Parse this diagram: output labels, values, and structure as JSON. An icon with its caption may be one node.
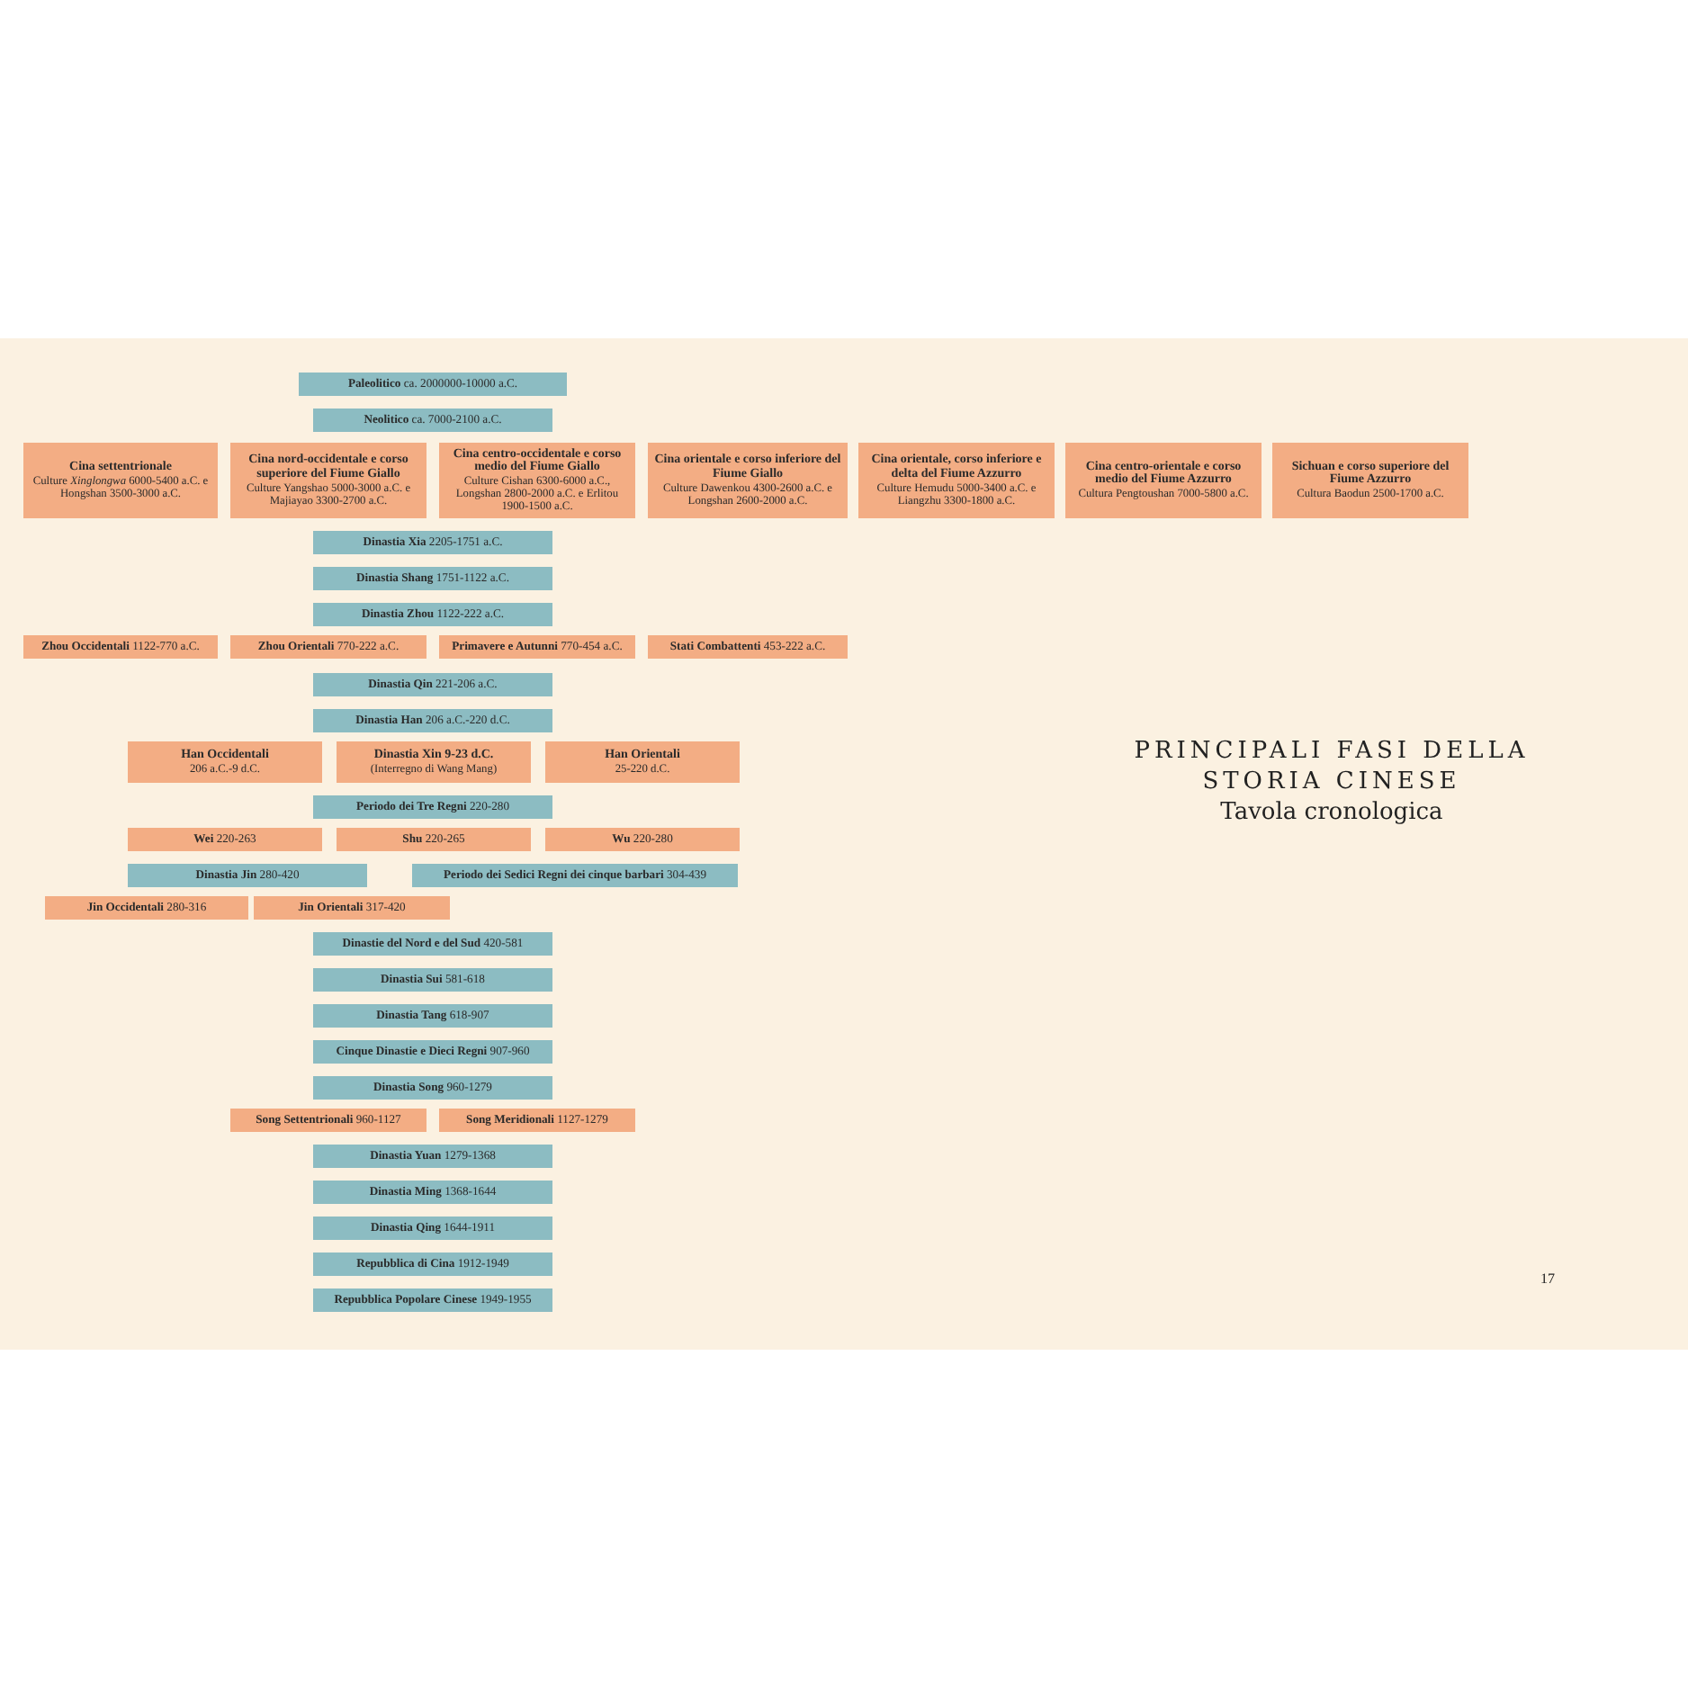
{
  "diagram": {
    "title": "PRINCIPALI FASI DELLA STORIA CINESE",
    "nodes": [
      {
        "text": [
          "**Paleolitico** ca. 2000000-10000 a.C."
        ]
      },
      {
        "text": [
          "**Neolitico** ca. 7000-2100 a.C."
        ]
      },
      {
        "text": [
          "Cina settentrionale",
          "Culture *Xinglongwa* 6000-5400 a.C. e Hongshan 3500-3000 a.C."
        ]
      },
      {
        "text": [
          "Cina nord-occidentale e corso superiore del Fiume Giallo",
          "Culture Yangshao 5000-3000 a.C. e Majiayao 3300-2700 a.C."
        ]
      },
      {
        "text": [
          "Cina centro-occidentale e corso medio del Fiume Giallo",
          "Culture Cishan 6300-6000 a.C., Longshan 2800-2000 a.C. e Erlitou 1900-1500 a.C."
        ]
      },
      {
        "text": [
          "Cina orientale e corso inferiore del Fiume Giallo",
          "Culture Dawenkou 4300-2600 a.C. e Longshan 2600-2000 a.C."
        ]
      },
      {
        "text": [
          "Cina orientale, corso inferiore e delta del Fiume Azzurro",
          "Culture Hemudu 5000-3400 a.C. e Liangzhu 3300-1800 a.C."
        ]
      },
      {
        "text": [
          "Cina centro-orientale e corso medio del Fiume Azzurro",
          "Cultura Pengtoushan 7000-5800 a.C."
        ]
      },
      {
        "text": [
          "Sichuan e corso superiore del Fiume Azzurro",
          "Cultura Baodun 2500-1700 a.C."
        ]
      },
      {
        "text": [
          "**Dinastia Xia** 2205-1751 a.C."
        ]
      },
      {
        "text": [
          "**Dinastia Shang** 1751-1122 a.C."
        ]
      },
      {
        "text": [
          "**Dinastia Zhou** 1122-222 a.C."
        ]
      },
      {
        "text": [
          "**Zhou Occidentali** 1122-770 a.C."
        ]
      },
      {
        "text": [
          "**Zhou Orientali** 770-222 a.C."
        ]
      },
      {
        "text": [
          "**Primavere e Autunni** 770-454 a.C."
        ]
      },
      {
        "text": [
          "**Stati Combattenti** 453-222 a.C."
        ]
      },
      {
        "text": [
          "**Dinastia Qin** 221-206 a.C."
        ]
      },
      {
        "text": [
          "**Dinastia Han** 206 a.C.-220 d.C."
        ]
      },
      {
        "text": [
          "Han Occidentali",
          "206 a.C.-9 d.C."
        ]
      },
      {
        "text": [
          "**Dinastia Xin** 9-23 d.C.",
          "(Interregno di Wang Mang)"
        ]
      },
      {
        "text": [
          "Han Orientali",
          "25-220 d.C."
        ]
      },
      {
        "text": [
          "**Periodo dei Tre Regni** 220-280"
        ]
      },
      {
        "text": [
          "**Wei** 220-263"
        ]
      },
      {
        "text": [
          "**Shu** 220-265"
        ]
      },
      {
        "text": [
          "**Wu** 220-280"
        ]
      },
      {
        "text": [
          "**Dinastia Jin** 280-420"
        ]
      },
      {
        "text": [
          "**Periodo dei Sedici Regni dei cinque barbari** 304-439"
        ]
      },
      {
        "text": [
          "**Jin Occidentali** 280-316"
        ]
      },
      {
        "text": [
          "**Jin Orientali** 317-420"
        ]
      },
      {
        "text": [
          "**Dinastie del Nord e del Sud** 420-581"
        ]
      },
      {
        "text": [
          "**Dinastia Sui** 581-618"
        ]
      },
      {
        "text": [
          "**Dinastia Tang** 618-907"
        ]
      },
      {
        "text": [
          "**Cinque Dinastie e Dieci Regni** 907-960"
        ]
      },
      {
        "text": [
          "**Dinastia Song** 960-1279"
        ]
      },
      {
        "text": [
          "**Song Settentrionali** 960-1127"
        ]
      },
      {
        "text": [
          "**Song Meridionali** 1127-1279"
        ]
      },
      {
        "text": [
          "**Dinastia Yuan** 1279-1368"
        ]
      },
      {
        "text": [
          "**Dinastia Ming** 1368-1644"
        ]
      },
      {
        "text": [
          "**Dinastia Qing** 1644-1911"
        ]
      },
      {
        "text": [
          "**Repubblica di Cina** 1912-1949"
        ]
      },
      {
        "text": [
          "**Repubblica Popolare Cinese** 1949-1955"
        ]
      }
    ],
    "labels": [
      "Tavola cronologica",
      "17"
    ]
  }
}
